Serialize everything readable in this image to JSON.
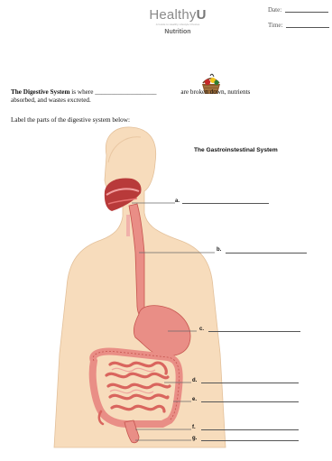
{
  "header": {
    "logo_text": "Healthy",
    "logo_tagline": "A Guide to Healthy Lifestyle Choices",
    "section_title": "Nutrition",
    "date_label": "Date",
    "time_label": "Time"
  },
  "worksheet": {
    "intro_bold": "The Digestive System",
    "intro_part1": " is where ",
    "intro_blank": "___________________",
    "intro_part2": " are broken down, nutrients",
    "intro_line2": "absorbed, and wastes excreted.",
    "instruction": "Label the parts of the digestive system below:"
  },
  "diagram": {
    "title": "The Gastroinstestinal System",
    "labels": [
      "a.",
      "b.",
      "c.",
      "d.",
      "e.",
      "f.",
      "g."
    ]
  },
  "colors": {
    "skin": "#f7dcbc",
    "gi_pink": "#e98e86",
    "gi_dark": "#c6554f",
    "mouth": "#b83a3a"
  }
}
